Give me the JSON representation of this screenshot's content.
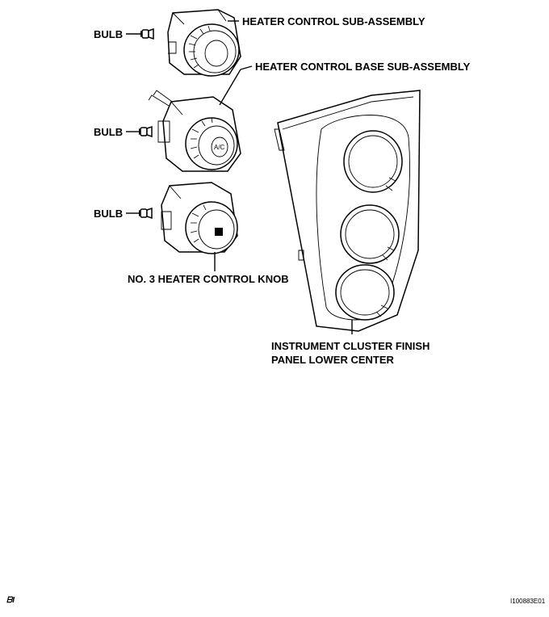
{
  "labels": {
    "bulb": "BULB",
    "heater_control_sub_assembly": "HEATER CONTROL SUB-ASSEMBLY",
    "heater_control_base_sub_assembly": "HEATER CONTROL BASE SUB-ASSEMBLY",
    "no3_heater_control_knob": "NO. 3 HEATER CONTROL KNOB",
    "panel_line1": "INSTRUMENT CLUSTER FINISH",
    "panel_line2": "PANEL LOWER CENTER"
  },
  "knob_markings": {
    "ac": "A/C"
  },
  "footer": {
    "corner_mark": "ᗷI",
    "figure_code": "I100883E01"
  }
}
